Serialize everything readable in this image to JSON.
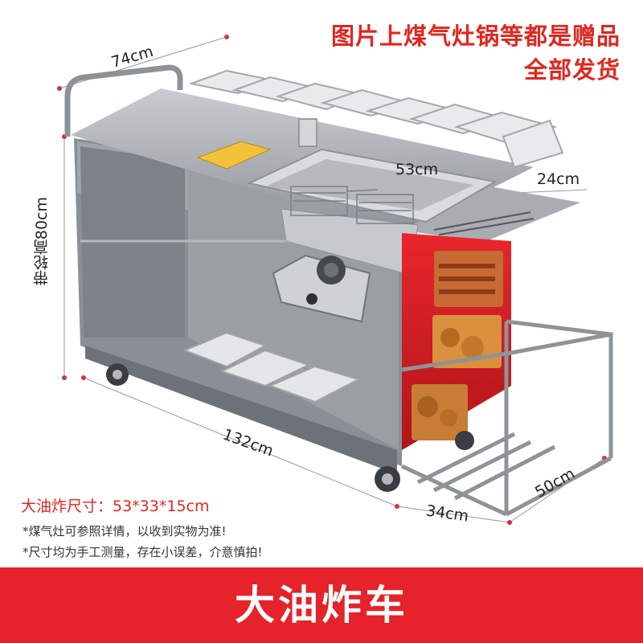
{
  "promo": {
    "line1": "图片上煤气灶锅等都是赠品",
    "line2": "全部发货"
  },
  "dimensions": {
    "top_width": "74cm",
    "fryer_width": "53cm",
    "shelf_width": "24cm",
    "height_with_wheels": "带轮高80cm",
    "length": "132cm",
    "side_width": "50cm",
    "side_depth": "34cm"
  },
  "spec": "大油炸尺寸：53*33*15cm",
  "notes": {
    "note1": "*煤气灶可参照详情，以收到实物为准!",
    "note2": "*尺寸均为手工测量，存在小误差，介意慎拍!"
  },
  "banner": {
    "title": "大油炸车",
    "color": "#e6222b"
  },
  "colors": {
    "accent_red": "#e2261f",
    "steel": "#9ea3a8"
  }
}
